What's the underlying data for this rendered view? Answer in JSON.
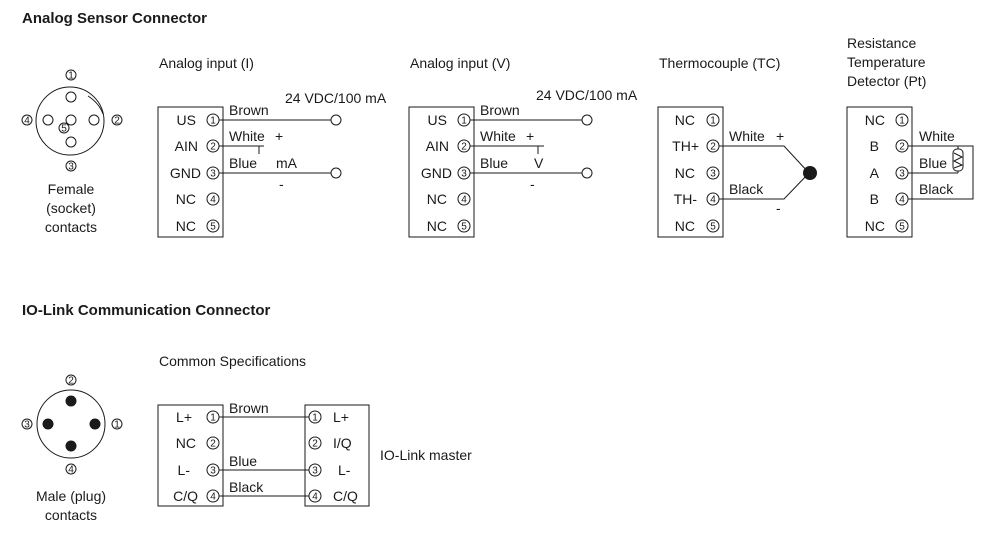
{
  "sections": {
    "analog_title": "Analog Sensor Connector",
    "iolink_title": "IO-Link Communication Connector"
  },
  "female_connector": {
    "pins": [
      "1",
      "2",
      "3",
      "4",
      "5"
    ],
    "caption_lines": [
      "Female",
      "(socket)",
      "contacts"
    ]
  },
  "male_connector": {
    "pins": [
      "1",
      "2",
      "3",
      "4"
    ],
    "caption_lines": [
      "Male (plug)",
      "contacts"
    ]
  },
  "analog_current": {
    "title": "Analog input (I)",
    "supply": "24 VDC/100 mA",
    "pins": [
      {
        "num": "1",
        "name": "US"
      },
      {
        "num": "2",
        "name": "AIN"
      },
      {
        "num": "3",
        "name": "GND"
      },
      {
        "num": "4",
        "name": "NC"
      },
      {
        "num": "5",
        "name": "NC"
      }
    ],
    "wires": [
      "Brown",
      "White",
      "Blue"
    ],
    "plus": "+",
    "unit": "mA",
    "minus": "-"
  },
  "analog_voltage": {
    "title": "Analog input (V)",
    "supply": "24 VDC/100 mA",
    "pins": [
      {
        "num": "1",
        "name": "US"
      },
      {
        "num": "2",
        "name": "AIN"
      },
      {
        "num": "3",
        "name": "GND"
      },
      {
        "num": "4",
        "name": "NC"
      },
      {
        "num": "5",
        "name": "NC"
      }
    ],
    "wires": [
      "Brown",
      "White",
      "Blue"
    ],
    "plus": "+",
    "unit": "V",
    "minus": "-"
  },
  "thermocouple": {
    "title": "Thermocouple (TC)",
    "pins": [
      {
        "num": "1",
        "name": "NC"
      },
      {
        "num": "2",
        "name": "TH+"
      },
      {
        "num": "3",
        "name": "NC"
      },
      {
        "num": "4",
        "name": "TH-"
      },
      {
        "num": "5",
        "name": "NC"
      }
    ],
    "wires": [
      "White",
      "Black"
    ],
    "plus": "+",
    "minus": "-"
  },
  "rtd": {
    "title_lines": [
      "Resistance",
      "Temperature",
      "Detector (Pt)"
    ],
    "pins": [
      {
        "num": "1",
        "name": "NC"
      },
      {
        "num": "2",
        "name": "B"
      },
      {
        "num": "3",
        "name": "A"
      },
      {
        "num": "4",
        "name": "B"
      },
      {
        "num": "5",
        "name": "NC"
      }
    ],
    "wires": [
      "White",
      "Blue",
      "Black"
    ]
  },
  "iolink": {
    "title": "Common Specifications",
    "device_pins": [
      {
        "num": "1",
        "name": "L+"
      },
      {
        "num": "2",
        "name": "NC"
      },
      {
        "num": "3",
        "name": "L-"
      },
      {
        "num": "4",
        "name": "C/Q"
      }
    ],
    "master_pins": [
      {
        "num": "1",
        "name": "L+"
      },
      {
        "num": "2",
        "name": "I/Q"
      },
      {
        "num": "3",
        "name": "L-"
      },
      {
        "num": "4",
        "name": "C/Q"
      }
    ],
    "wires": [
      "Brown",
      "Blue",
      "Black"
    ],
    "master_label": "IO-Link master"
  }
}
